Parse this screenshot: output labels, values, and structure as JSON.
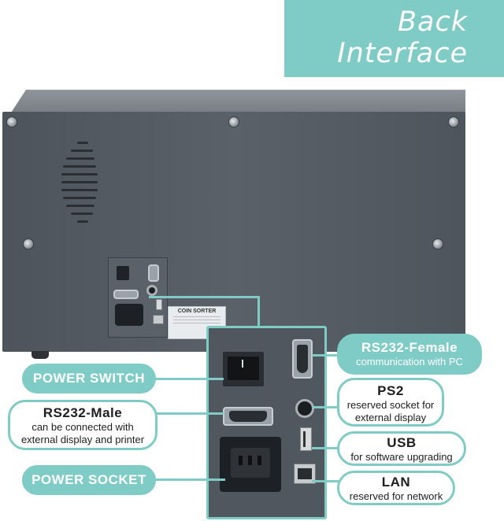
{
  "banner": {
    "line1": "Back",
    "line2": "Interface"
  },
  "device_label": {
    "title": "COIN SORTER"
  },
  "callouts": {
    "power_switch": {
      "title": "POWER SWITCH"
    },
    "rs232_male": {
      "title": "RS232-Male",
      "sub1": "can be connected with",
      "sub2": "external display and printer"
    },
    "power_socket": {
      "title": "POWER SOCKET"
    },
    "rs232_female": {
      "title": "RS232-Female",
      "sub": "communication with PC"
    },
    "ps2": {
      "title": "PS2",
      "sub1": "reserved socket for",
      "sub2": "external display"
    },
    "usb": {
      "title": "USB",
      "sub": "for software upgrading"
    },
    "lan": {
      "title": "LAN",
      "sub": "reserved for network"
    }
  },
  "colors": {
    "accent": "#7fcbc6",
    "device": "#555c63"
  },
  "icons": [
    "power-rocker-switch-icon",
    "db9-male-port-icon",
    "db9-female-port-icon",
    "iec-power-socket-icon",
    "ps2-port-icon",
    "usb-port-icon",
    "rj45-lan-port-icon"
  ]
}
